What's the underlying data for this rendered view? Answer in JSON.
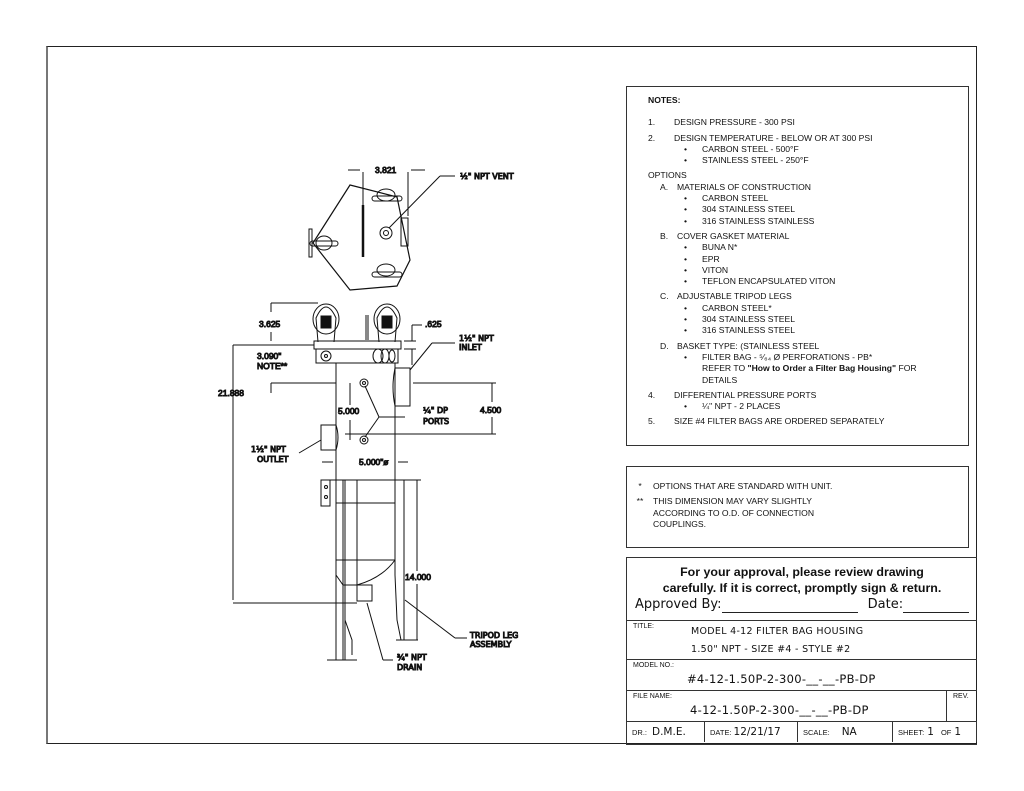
{
  "drawing": {
    "top_view": {
      "dim_width": "3.821",
      "vent_label": "½\" NPT VENT"
    },
    "side_view": {
      "dim_top_eyebolt": "3.625",
      "dim_flange": ".625",
      "dim_note_value": "3.090\"",
      "dim_note_ref": "NOTE**",
      "dim_overall": "21.888",
      "inlet_label_1": "1½\" NPT",
      "inlet_label_2": "INLET",
      "dim_port_spacing": "5.000",
      "dp_label_1": "¼\" DP",
      "dp_label_2": "PORTS",
      "dim_inlet_offset": "4.500",
      "outlet_label_1": "1½\" NPT",
      "outlet_label_2": "OUTLET",
      "dim_diameter": "5.000\"ø",
      "dim_legs": "14.000",
      "tripod_label_1": "TRIPOD LEG",
      "tripod_label_2": "ASSEMBLY",
      "drain_label_1": "¾\" NPT",
      "drain_label_2": "DRAIN"
    }
  },
  "notes": {
    "header": "NOTES:",
    "items": [
      {
        "num": "1.",
        "text": "DESIGN PRESSURE - 300 PSI"
      },
      {
        "num": "2.",
        "text": "DESIGN TEMPERATURE - BELOW OR AT 300 PSI",
        "bullets": [
          "CARBON STEEL - 500°F",
          "STAINLESS STEEL  - 250°F"
        ]
      }
    ],
    "options_header": "OPTIONS",
    "options": [
      {
        "letter": "A.",
        "text": "MATERIALS OF CONSTRUCTION",
        "bullets": [
          "CARBON STEEL",
          "304 STAINLESS STEEL",
          "316 STAINLESS STAINLESS"
        ]
      },
      {
        "letter": "B.",
        "text": "COVER GASKET MATERIAL",
        "bullets": [
          "BUNA N*",
          "EPR",
          "VITON",
          "TEFLON ENCAPSULATED VITON"
        ]
      },
      {
        "letter": "C.",
        "text": "ADJUSTABLE TRIPOD LEGS",
        "bullets": [
          "CARBON STEEL*",
          "304 STAINLESS STEEL",
          "316 STAINLESS STEEL"
        ]
      },
      {
        "letter": "D.",
        "text": "BASKET TYPE: (STAINLESS STEEL",
        "bullet": "FILTER BAG - ⁵⁄₆₄ Ø PERFORATIONS - PB*",
        "refer_prefix": "REFER TO ",
        "refer_bold": "\"How to Order a Filter Bag Housing\"",
        "refer_suffix": " FOR",
        "refer_end": "DETAILS"
      }
    ],
    "item4": {
      "num": "4.",
      "text": "DIFFERENTIAL PRESSURE PORTS",
      "bullet": "¼\" NPT - 2 PLACES"
    },
    "item5": {
      "num": "5.",
      "text": "SIZE #4 FILTER BAGS ARE ORDERED SEPARATELY"
    }
  },
  "legend": {
    "items": [
      {
        "mark": "*",
        "text": "OPTIONS THAT ARE STANDARD WITH UNIT."
      },
      {
        "mark": "**",
        "lines": [
          "THIS DIMENSION MAY VARY SLIGHTLY",
          "ACCORDING TO  O.D. OF CONNECTION",
          "COUPLINGS."
        ]
      }
    ]
  },
  "title_block": {
    "approval_line1": "For  your approval, please review drawing",
    "approval_line2": "carefully.  If it is correct, promptly sign & return.",
    "approved_by_label": "Approved  By:",
    "date_label": "Date:",
    "title_caption": "TITLE:",
    "title_line1": "MODEL 4-12 FILTER BAG HOUSING",
    "title_line2": "1.50\" NPT - SIZE #4 - STYLE #2",
    "model_caption": "MODEL NO.:",
    "model_no": "#4-12-1.50P-2-300-__-__-PB-DP",
    "file_caption": "FILE NAME:",
    "file_name": "4-12-1.50P-2-300-__-__-PB-DP",
    "rev_caption": "REV.",
    "rev_value": "",
    "dr_caption": "DR.:",
    "dr_value": "D.M.E.",
    "date_caption": "DATE:",
    "date_value": "12/21/17",
    "scale_caption": "SCALE:",
    "scale_value": "NA",
    "sheet_caption": "SHEET:",
    "sheet_value": "1",
    "of_caption": "OF",
    "of_value": "1"
  }
}
